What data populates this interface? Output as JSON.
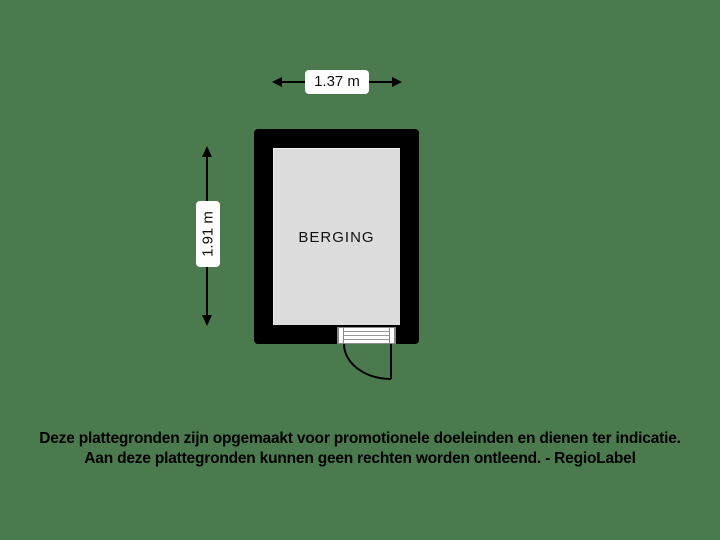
{
  "floorplan": {
    "room": {
      "label": "BERGING"
    },
    "dimensions": {
      "width": "1.37 m",
      "height": "1.91 m"
    }
  },
  "disclaimer": {
    "line1": "Deze plattegronden zijn opgemaakt voor promotionele doeleinden en dienen ter indicatie.",
    "line2": "Aan deze plattegronden kunnen geen rechten worden ontleend. - RegioLabel"
  },
  "colors": {
    "background": "#4a7a4e",
    "wall": "#000000",
    "floor": "#dcdcdc"
  }
}
